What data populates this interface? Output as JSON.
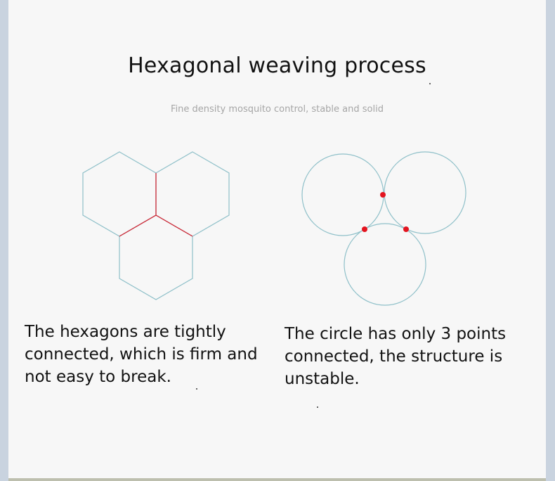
{
  "title": "Hexagonal weaving process",
  "subtitle": "Fine density mosquito control, stable and solid",
  "left_caption": "The hexagons are tightly connected, which is firm and not easy to break.",
  "right_caption": "The circle has only 3 points connected, the structure is unstable.",
  "colors": {
    "outline": "#8fc0c9",
    "joint": "#d8202e",
    "text": "#111111",
    "subtitle": "#a6a6a6",
    "background": "#f7f7f7"
  }
}
